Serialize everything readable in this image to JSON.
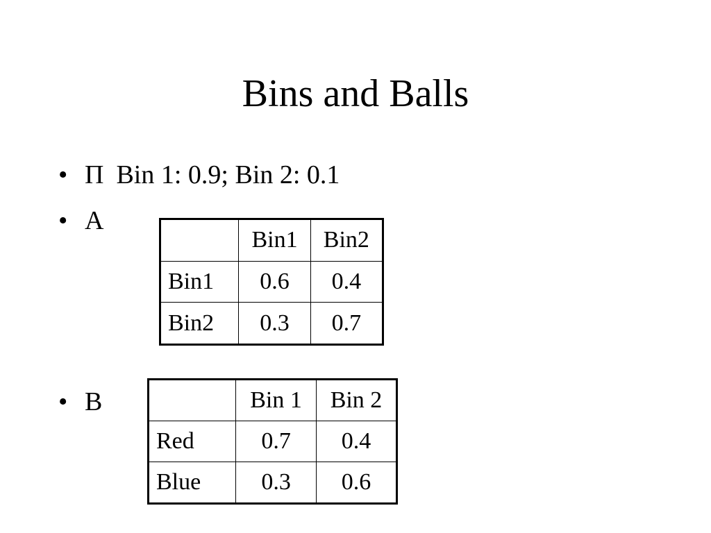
{
  "slide": {
    "title": "Bins and Balls",
    "bullet_symbol": "•",
    "bullets": [
      {
        "symbol": "Π",
        "text": "Bin 1:  0.9; Bin 2:  0.1"
      },
      {
        "text": "A"
      },
      {
        "text": "B"
      }
    ]
  },
  "table_a": {
    "header": [
      "",
      "Bin1",
      "Bin2"
    ],
    "rows": [
      [
        "Bin1",
        "0.6",
        "0.4"
      ],
      [
        "Bin2",
        "0.3",
        "0.7"
      ]
    ]
  },
  "table_b": {
    "header": [
      "",
      "Bin 1",
      "Bin 2"
    ],
    "rows": [
      [
        "Red",
        "0.7",
        "0.4"
      ],
      [
        "Blue",
        "0.3",
        "0.6"
      ]
    ]
  }
}
